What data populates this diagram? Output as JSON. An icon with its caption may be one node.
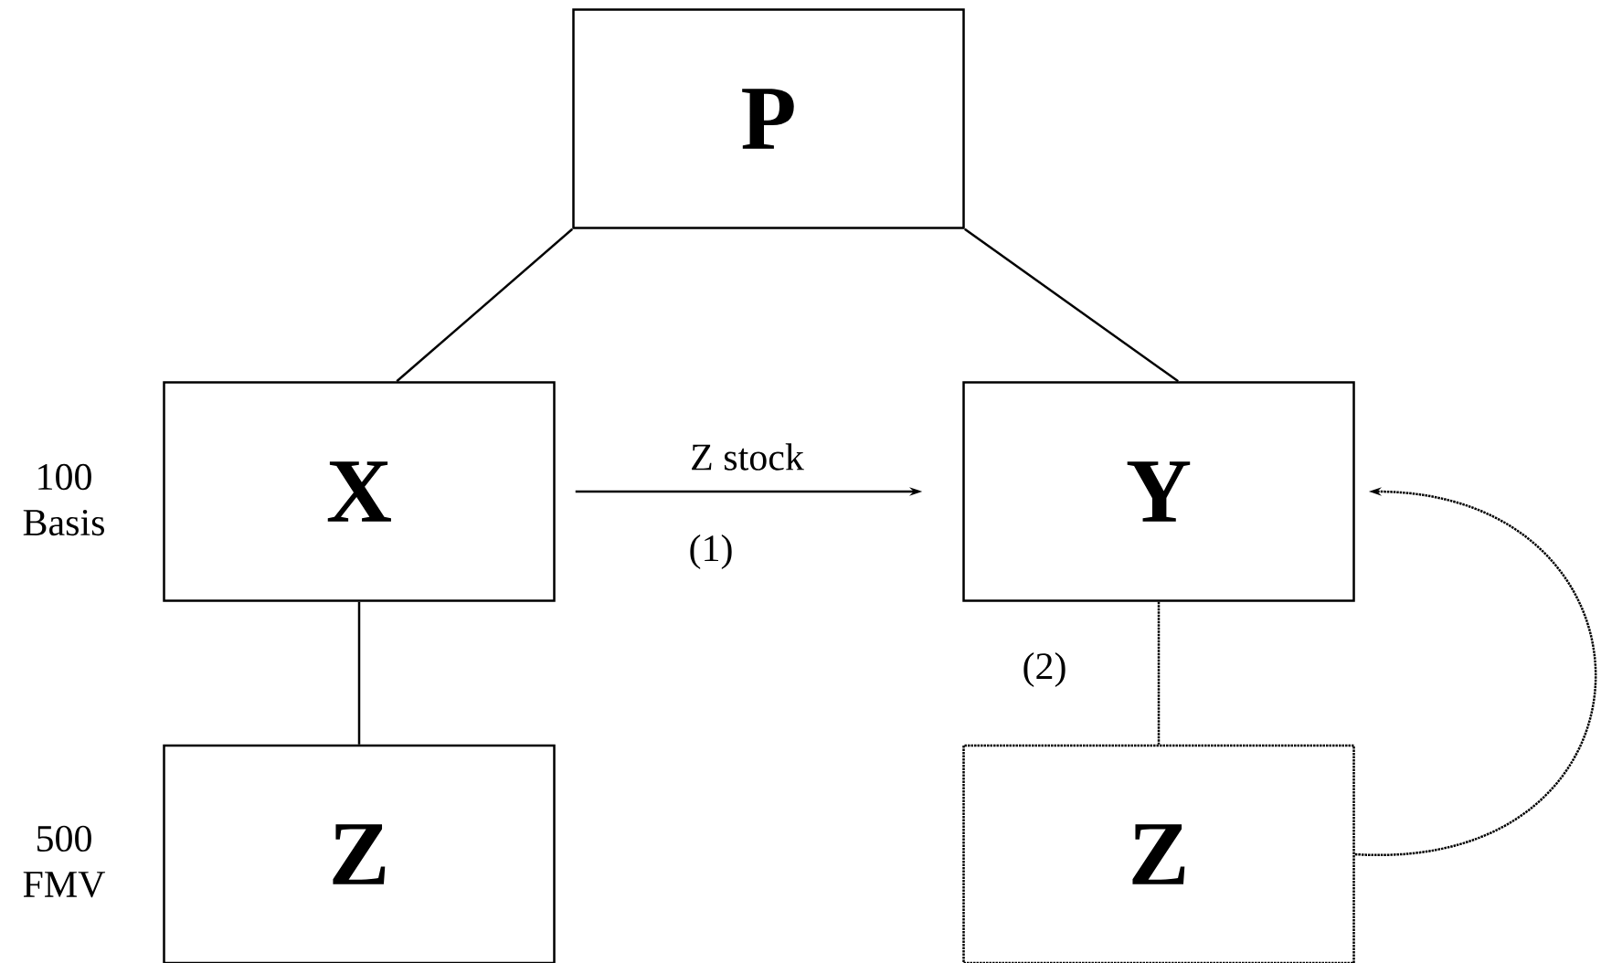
{
  "diagram": {
    "nodes": [
      {
        "text": [
          "P"
        ]
      },
      {
        "text": [
          "X"
        ],
        "beside": [
          "100 Basis"
        ]
      },
      {
        "text": [
          "Y"
        ]
      },
      {
        "text": [
          "Z"
        ],
        "beside": [
          "500 FMV"
        ]
      },
      {
        "text": [
          "Z"
        ]
      }
    ],
    "edges": [
      {
        "from": 0,
        "to": 1,
        "arrow": "none"
      },
      {
        "from": 0,
        "to": 2,
        "arrow": "none"
      },
      {
        "from": 1,
        "to": 3,
        "arrow": "none"
      },
      {
        "from": 1,
        "to": 2,
        "arrow": "to",
        "label": "Z stock"
      },
      {
        "from": 2,
        "to": 4,
        "arrow": "none",
        "style": "dashed"
      },
      {
        "from": 4,
        "to": 2,
        "arrow": "to",
        "style": "dashed"
      }
    ],
    "labels": [
      "(1)",
      "(2)"
    ]
  }
}
